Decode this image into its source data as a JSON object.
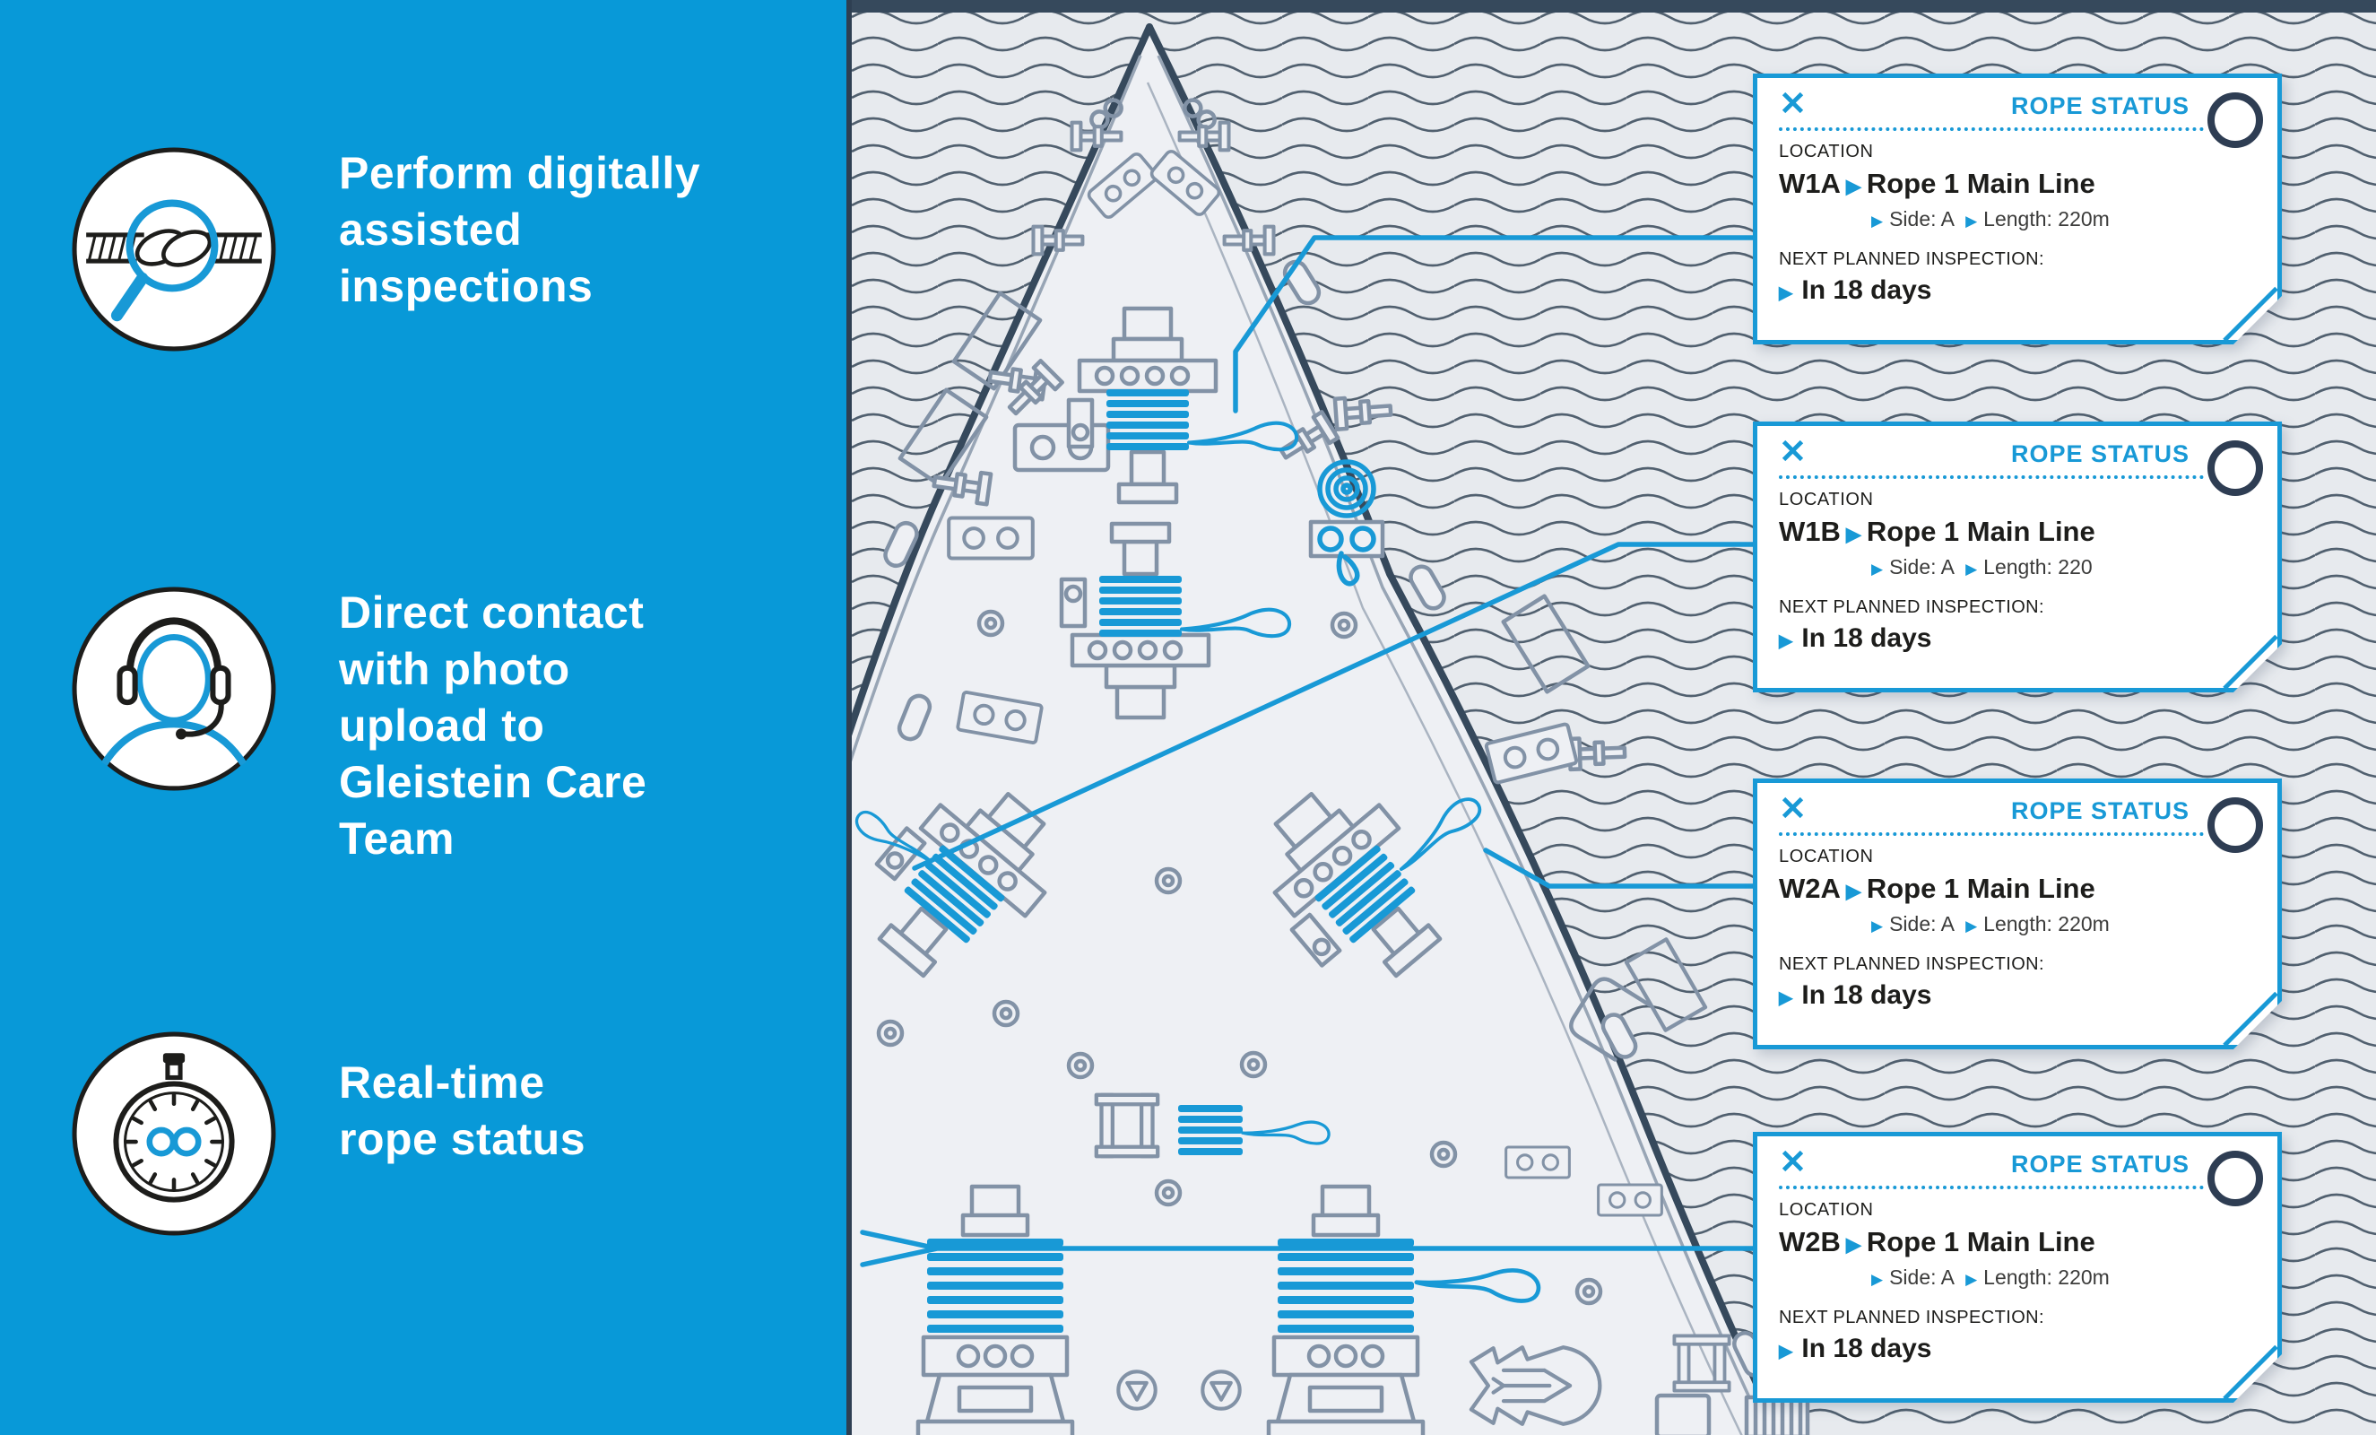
{
  "colors": {
    "sidebar_blue": "#0899d8",
    "accent_blue": "#1899d6",
    "navy": "#2e3d53",
    "status_green": "#8cbe22",
    "status_amber": "#fbb713",
    "water_background": "#e7eaee",
    "deck_fill": "#eef0f4",
    "equipment_gray": "#8292a6"
  },
  "sidebar": {
    "features": [
      {
        "icon": "rope-magnifier-icon",
        "label": "Perform digitally assisted inspections"
      },
      {
        "icon": "headset-agent-icon",
        "label": "Direct contact with photo upload to Gleistein Care Team"
      },
      {
        "icon": "stopwatch-infinity-icon",
        "label": "Real-time rope status"
      }
    ]
  },
  "cards": {
    "header_label": "ROPE STATUS",
    "location_label": "LOCATION",
    "next_label": "NEXT PLANNED INSPECTION:",
    "close": "✕",
    "bullet": "▶",
    "items": [
      {
        "id": "W1A",
        "rope": "Rope 1 Main Line",
        "side": "Side: A",
        "length": "Length: 220m",
        "next": "In 18 days",
        "status": "green",
        "status_color": "#8cbe22"
      },
      {
        "id": "W1B",
        "rope": "Rope 1 Main Line",
        "side": "Side: A",
        "length": "Length: 220",
        "next": "In 18 days",
        "status": "green",
        "status_color": "#8cbe22"
      },
      {
        "id": "W2A",
        "rope": "Rope 1 Main Line",
        "side": "Side: A",
        "length": "Length: 220m",
        "next": "In 18 days",
        "status": "amber",
        "status_color": "#fbb713"
      },
      {
        "id": "W2B",
        "rope": "Rope 1 Main Line",
        "side": "Side: A",
        "length": "Length: 220m",
        "next": "In 18 days",
        "status": "amber",
        "status_color": "#fbb713"
      }
    ]
  }
}
